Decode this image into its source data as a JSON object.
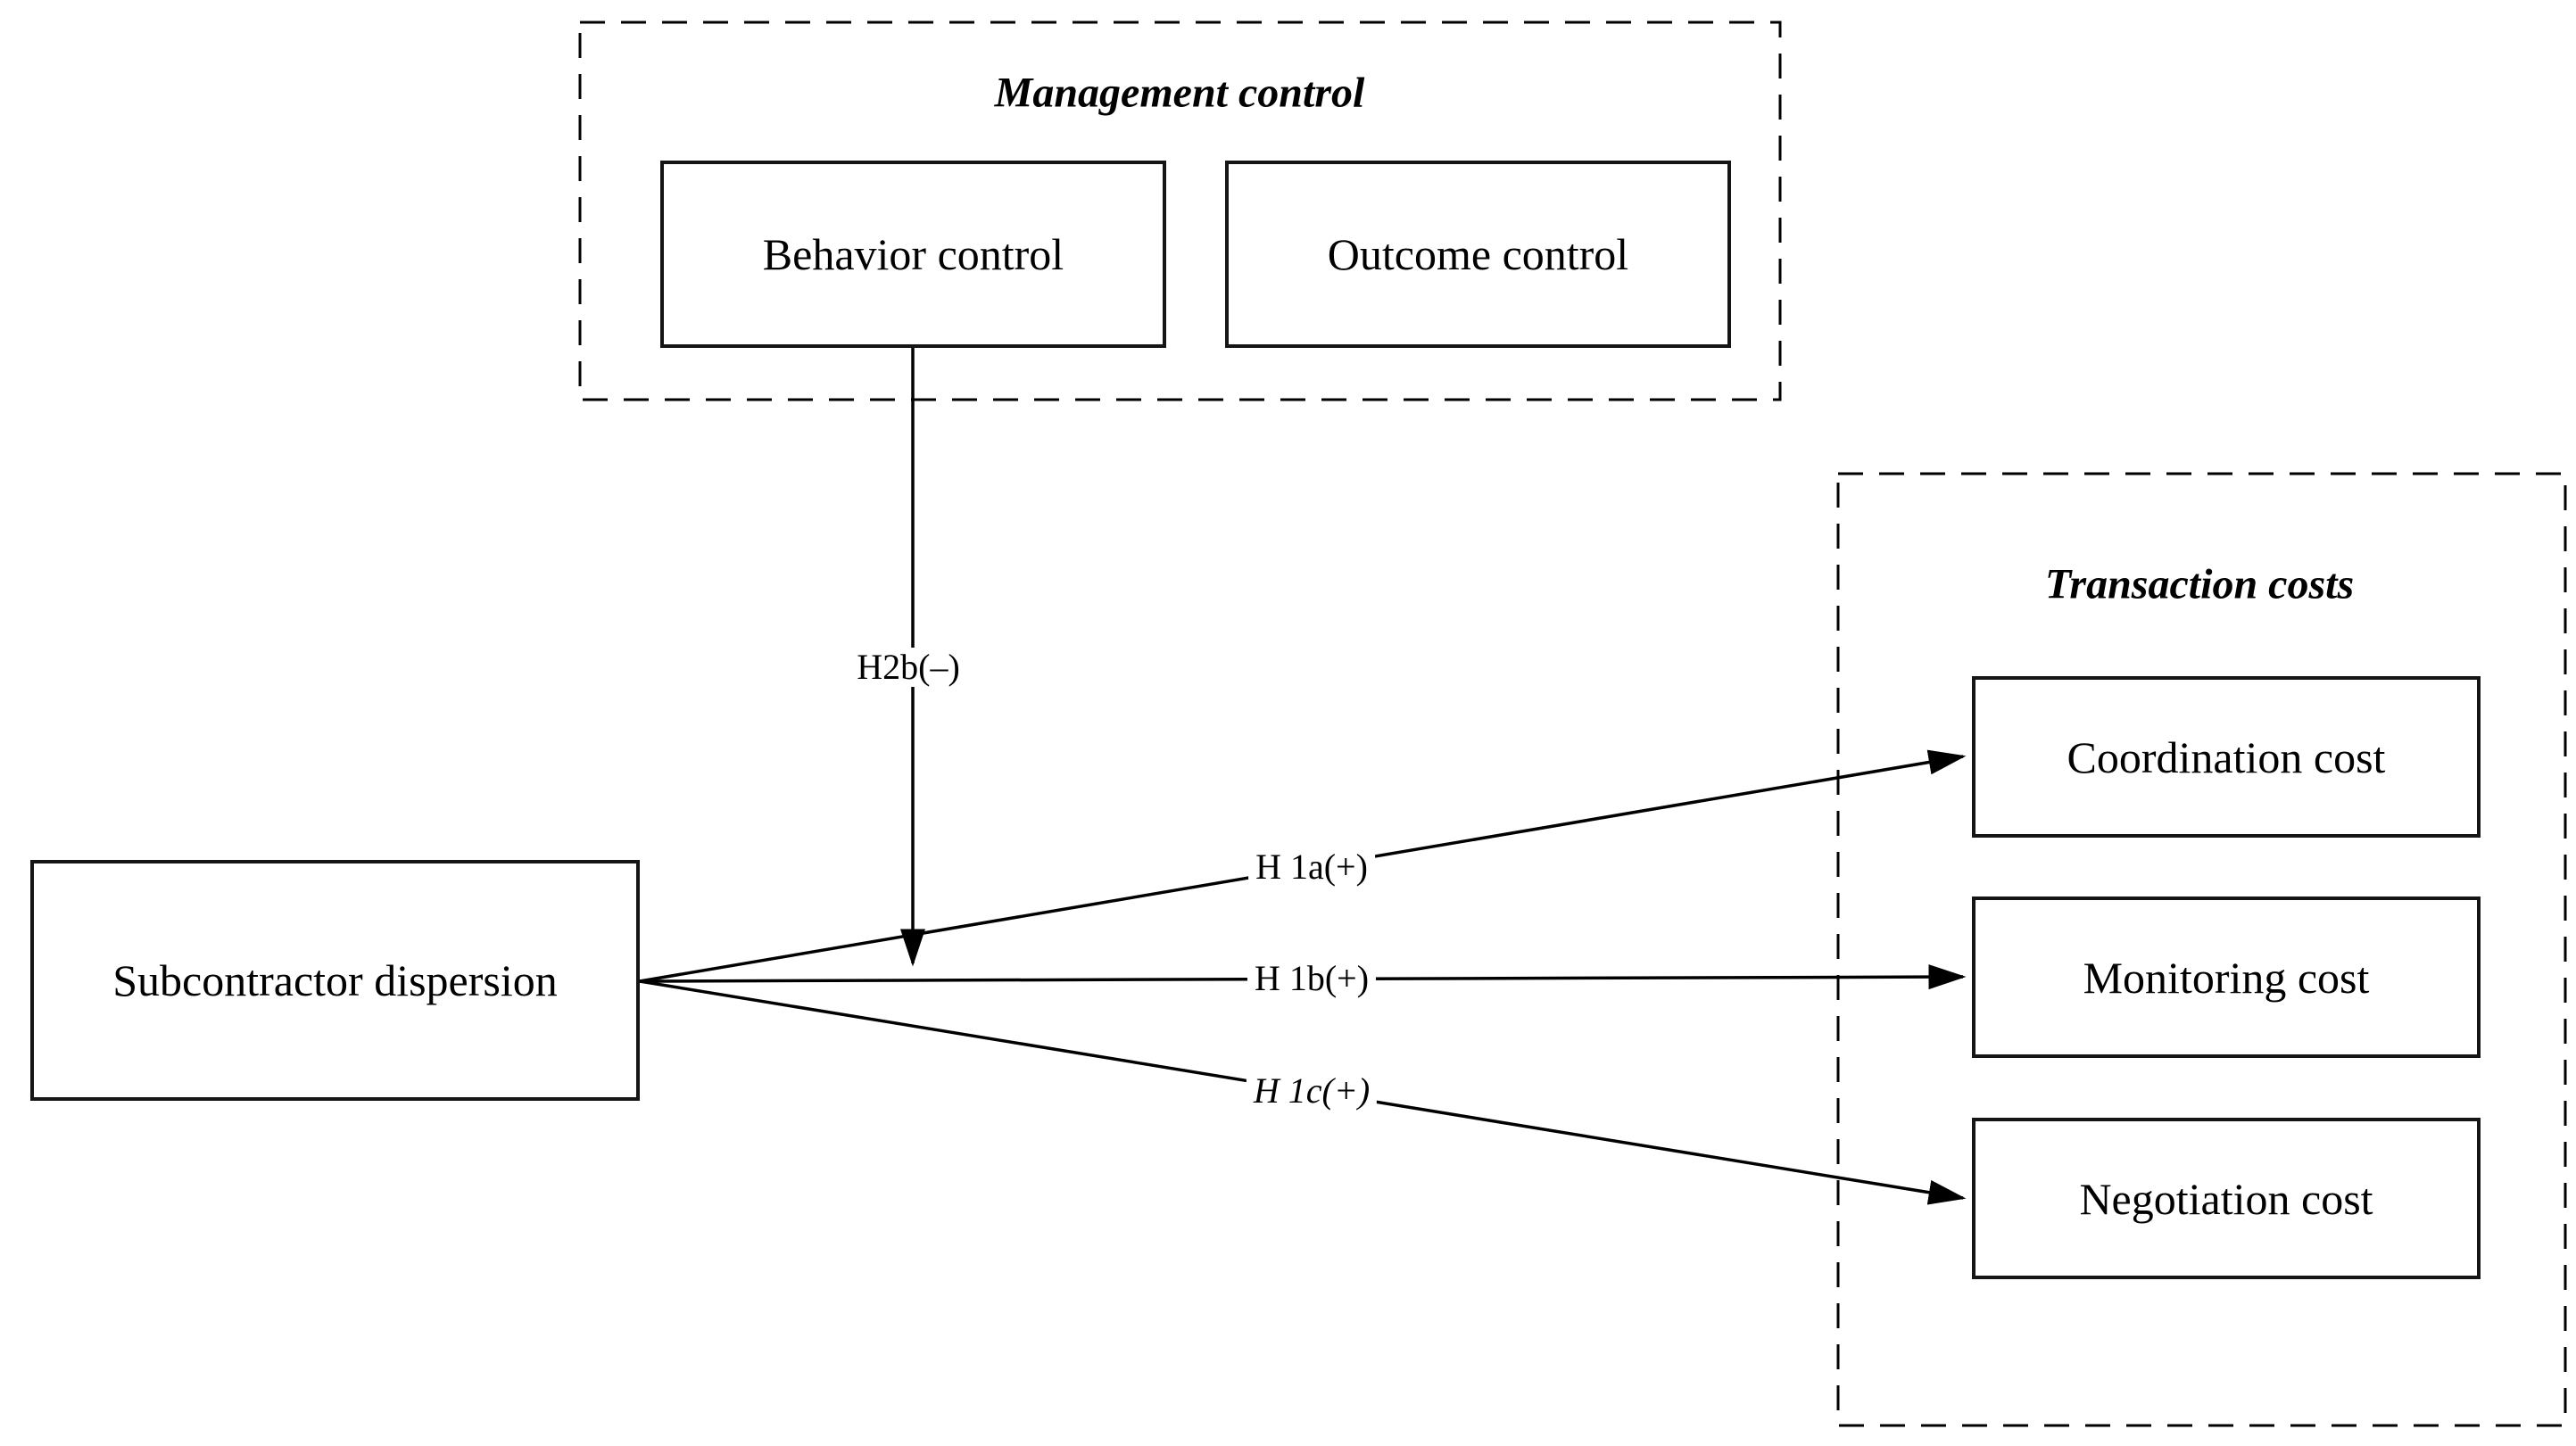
{
  "diagram": {
    "background": "#ffffff",
    "ink": "#000000",
    "management_group": {
      "title": "Management control",
      "boxes": [
        {
          "label": "Behavior control"
        },
        {
          "label": "Outcome control"
        }
      ]
    },
    "antecedent": {
      "label": "Subcontractor dispersion"
    },
    "transaction_group": {
      "title": "Transaction costs",
      "boxes": [
        {
          "label": "Coordination cost"
        },
        {
          "label": "Monitoring cost"
        },
        {
          "label": "Negotiation cost"
        }
      ]
    },
    "hypotheses": {
      "h2b": {
        "label": "H2b(–)"
      },
      "h1a": {
        "label": "H 1a(+)"
      },
      "h1b": {
        "label": "H 1b(+)"
      },
      "h1c": {
        "label": "H 1c(+)"
      }
    }
  }
}
